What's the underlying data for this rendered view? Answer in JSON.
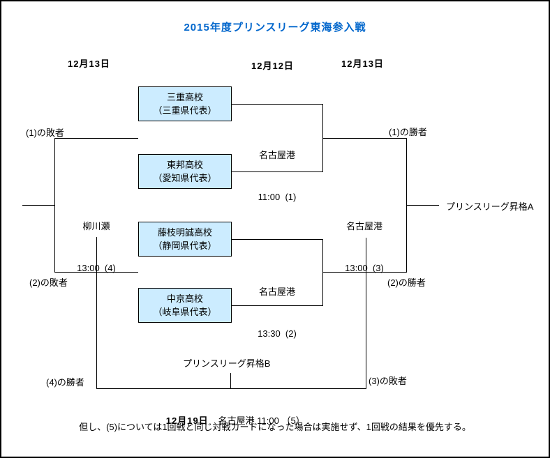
{
  "title": "2015年度プリンスリーグ東海参入戦",
  "dates": [
    "12月13日",
    "12月12日",
    "12月13日"
  ],
  "teams": [
    {
      "name": "三重高校",
      "rep": "（三重県代表）"
    },
    {
      "name": "東邦高校",
      "rep": "（愛知県代表）"
    },
    {
      "name": "藤枝明誠高校",
      "rep": "（静岡県代表）"
    },
    {
      "name": "中京高校",
      "rep": "（岐阜県代表）"
    }
  ],
  "matches": {
    "m1": {
      "venue": "名古屋港",
      "schedule": "11:00  (1)"
    },
    "m2": {
      "venue": "名古屋港",
      "schedule": "13:30  (2)"
    },
    "m3": {
      "venue": "名古屋港",
      "schedule": "13:00  (3)"
    },
    "m4": {
      "venue": "柳川瀬",
      "schedule": "13:00  (4)"
    }
  },
  "slots": {
    "loser1": "(1)の敗者",
    "winner1": "(1)の勝者",
    "loser2": "(2)の敗者",
    "winner2": "(2)の勝者",
    "winner4": "(4)の勝者",
    "loser3": "(3)の敗者"
  },
  "promotions": {
    "a": "プリンスリーグ昇格A",
    "b": "プリンスリーグ昇格B"
  },
  "final_match": {
    "date": "12月19日",
    "details": "名古屋港 11:00 （5）"
  },
  "note": "但し、(5)については1回戦と同じ対戦カードになった場合は実施せず、1回戦の結果を優先する。",
  "colors": {
    "title": "#0066cc",
    "team_box_fill": "#ccecff",
    "line": "#000000"
  }
}
